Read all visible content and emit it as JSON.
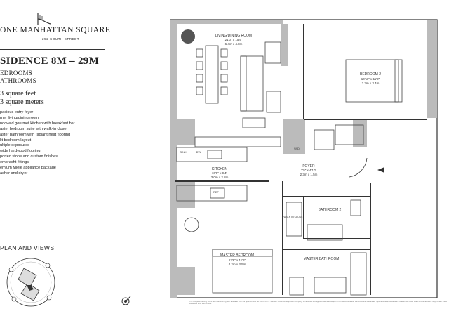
{
  "brand": {
    "name": "ONE MANHATTAN SQUARE",
    "address": "252 SOUTH STREET"
  },
  "residence": {
    "title": "SIDENCE 8M – 29M",
    "bedrooms": "EDROOMS",
    "bathrooms": "ATHROOMS",
    "square_feet": "3 square feet",
    "square_meters": "3 square meters"
  },
  "features": [
    "pacious entry foyer",
    "rner living/dining room",
    "ndowed gourmet kitchen with breakfast bar",
    "aster bedroom suite with walk-in closet",
    "aster bathroom with radiant heat flooring",
    "lit bedroom layout",
    "ultiple exposures",
    "wide hardwood flooring",
    "ported stone and custom finishes",
    "embracht fittings",
    "emium Miele appliance package",
    "asher and dryer"
  ],
  "plan_views_label": "PLAN AND VIEWS",
  "rooms": {
    "living": {
      "name": "LIVING/DINING ROOM",
      "imperial": "21'0\" x 15'9\"",
      "metric": "6.4m x 4.8m"
    },
    "bedroom2": {
      "name": "BEDROOM 2",
      "imperial": "10'11\" x 11'2\"",
      "metric": "3.3m x 3.4m"
    },
    "kitchen": {
      "name": "KITCHEN",
      "imperial": "10'0\" x 9'4\"",
      "metric": "3.0m x 2.8m"
    },
    "foyer": {
      "name": "FOYER",
      "imperial": "7'5\" x 4'10\"",
      "metric": "2.3m x 1.5m"
    },
    "master_bedroom": {
      "name": "MASTER BEDROOM",
      "imperial": "13'8\" x 11'6\"",
      "metric": "4.2m x 3.5m"
    },
    "bathroom2": {
      "name": "BATHROOM 2"
    },
    "master_bath": {
      "name": "MASTER BATHROOM"
    },
    "walkin": {
      "name": "WALK IN CLOSET"
    },
    "wd": {
      "name": "W/D"
    },
    "dw": {
      "name": "DW"
    },
    "ref": {
      "name": "REF"
    },
    "sink": {
      "name": "SINK"
    }
  },
  "disclaimer": "The complete offering terms are in an offering plan available from the Sponsor. File No. CD15-0374. Sponsor: Extell Development Company. Dimensions are approximate and subject to normal construction variances and tolerances. Square footage exceeds the usable floor area. Plans and dimensions may contain minor variations from floor to floor."
}
